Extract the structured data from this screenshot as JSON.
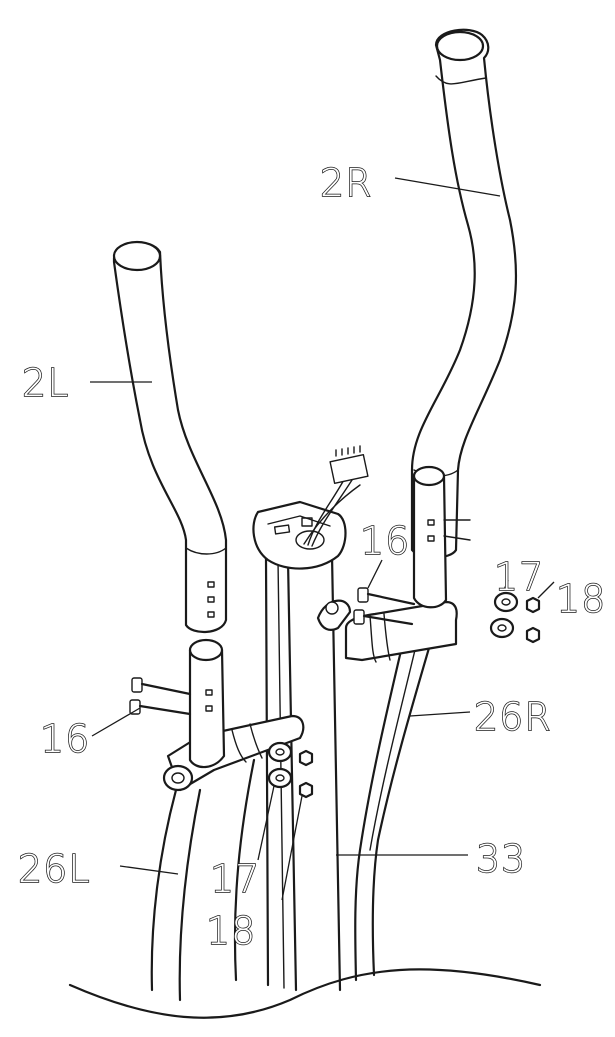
{
  "diagram": {
    "labels": {
      "part_2R": "2R",
      "part_2L": "2L",
      "part_16_top": "16",
      "part_17_right": "17",
      "part_18_right": "18",
      "part_16_left": "16",
      "part_26R": "26R",
      "part_26L": "26L",
      "part_33": "33",
      "part_17_left": "17",
      "part_18_left": "18"
    },
    "line_color": "#1a1a1a",
    "background_color": "#ffffff"
  }
}
